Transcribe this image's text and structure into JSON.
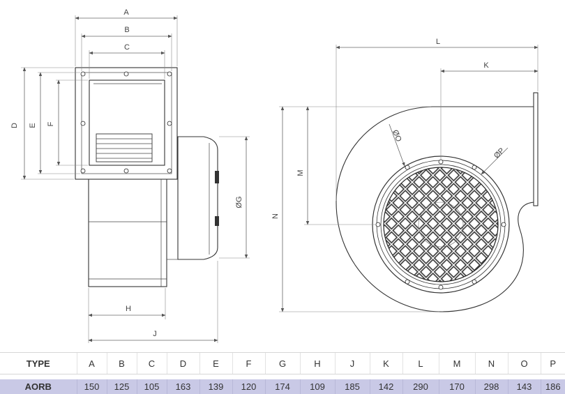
{
  "drawing": {
    "labels": {
      "A": "A",
      "B": "B",
      "C": "C",
      "D": "D",
      "E": "E",
      "F": "F",
      "G": "ØG",
      "H": "H",
      "J": "J",
      "K": "K",
      "L": "L",
      "M": "M",
      "N": "N",
      "O": "ØO",
      "P": "ØP"
    }
  },
  "table": {
    "header": [
      "TYPE",
      "A",
      "B",
      "C",
      "D",
      "E",
      "F",
      "G",
      "H",
      "J",
      "K",
      "L",
      "M",
      "N",
      "O",
      "P"
    ],
    "rows": [
      {
        "type": "AORB",
        "values": [
          "150",
          "125",
          "105",
          "163",
          "139",
          "120",
          "174",
          "109",
          "185",
          "142",
          "290",
          "170",
          "298",
          "143",
          "186"
        ]
      }
    ]
  }
}
